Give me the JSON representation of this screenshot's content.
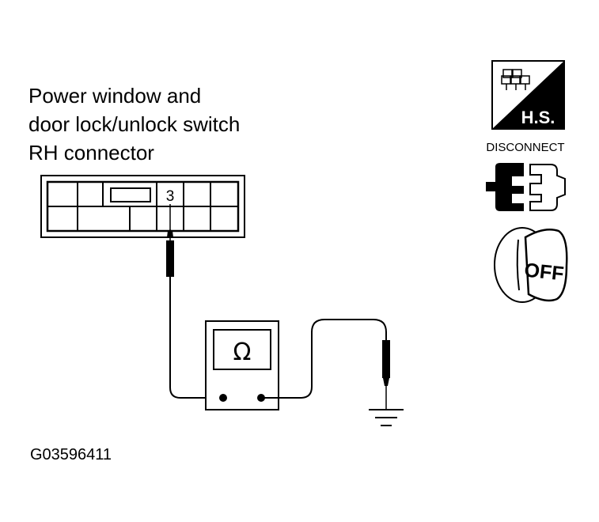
{
  "title_lines": [
    "Power window and",
    "door lock/unlock switch",
    "RH connector"
  ],
  "pin_number": "3",
  "meter_symbol": "Ω",
  "icons": {
    "harness_label": "H.S.",
    "disconnect_label": "DISCONNECT",
    "ignition_label": "OFF"
  },
  "figure_id": "G03596411"
}
